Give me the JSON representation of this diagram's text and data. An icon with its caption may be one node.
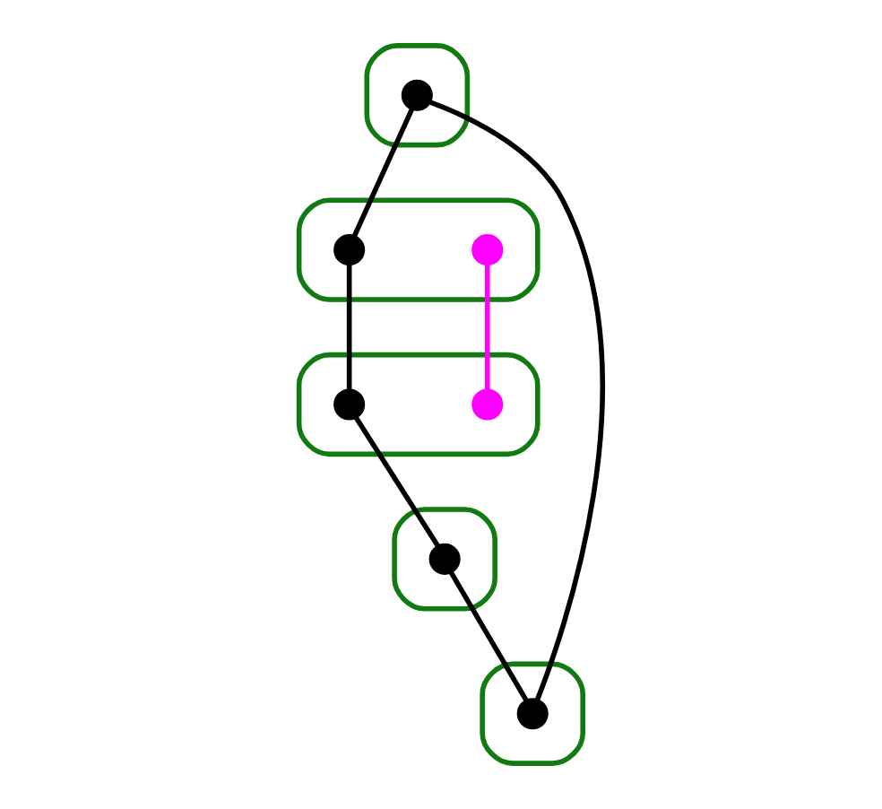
{
  "diagram": {
    "nodes": [
      {
        "text": [],
        "shape": "loop"
      },
      {
        "text": [],
        "shape": "dot",
        "in": 0
      },
      {
        "text": [],
        "shape": "loop"
      },
      {
        "text": [],
        "shape": "dot",
        "in": 2
      },
      {
        "text": [],
        "shape": "loop"
      },
      {
        "text": [],
        "shape": "dot",
        "in": 4
      },
      {
        "text": [],
        "shape": "dot",
        "in": 4
      },
      {
        "text": [],
        "shape": "loop"
      },
      {
        "text": [],
        "shape": "dot",
        "in": 7
      },
      {
        "text": [],
        "shape": "loop"
      },
      {
        "text": [],
        "shape": "dot",
        "in": 9
      },
      {
        "text": [],
        "shape": "dot",
        "in": 9
      }
    ],
    "edges": [
      {
        "from": 1,
        "to": 5,
        "arrow": "none"
      },
      {
        "from": 5,
        "to": 10,
        "arrow": "none"
      },
      {
        "from": 10,
        "to": 8,
        "arrow": "none"
      },
      {
        "from": 8,
        "to": 3,
        "arrow": "none"
      },
      {
        "from": 3,
        "to": 1,
        "arrow": "none"
      },
      {
        "from": 6,
        "to": 11,
        "arrow": "none",
        "color": "#ff00ff"
      }
    ]
  }
}
